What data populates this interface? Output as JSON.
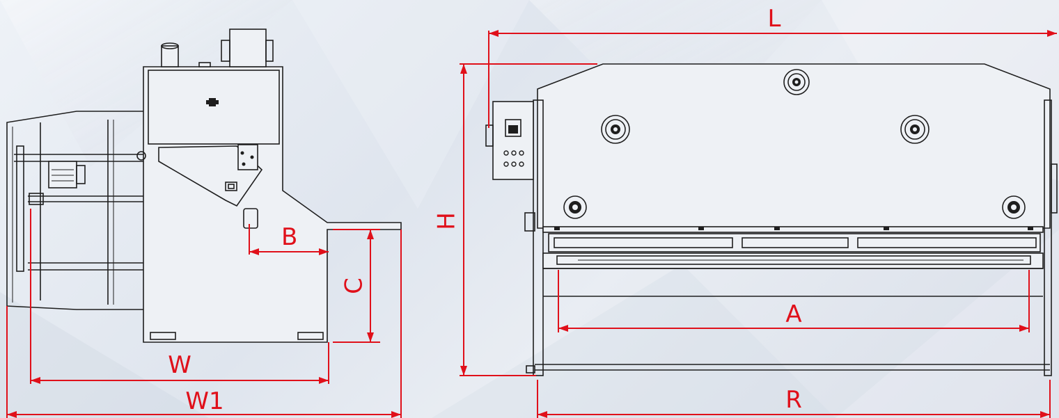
{
  "colors": {
    "dimension": "#e0101a",
    "machine": "#1e1e1e"
  },
  "side_view": {
    "labels": {
      "B": "B",
      "C": "C",
      "W": "W",
      "W1": "W1"
    }
  },
  "front_view": {
    "labels": {
      "L": "L",
      "H": "H",
      "A": "A",
      "R": "R"
    }
  }
}
